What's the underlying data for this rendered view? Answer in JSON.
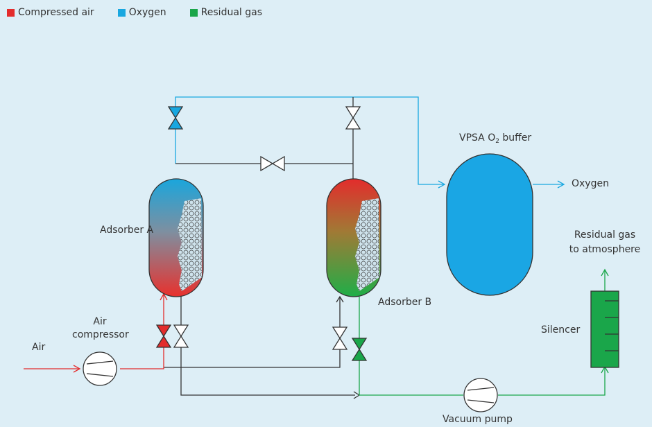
{
  "legend": [
    {
      "label": "Compressed air",
      "color": "#e32c2c"
    },
    {
      "label": "Oxygen",
      "color": "#18a7e0"
    },
    {
      "label": "Residual gas",
      "color": "#1aa64a"
    }
  ],
  "labels": {
    "adsorber_a": "Adsorber A",
    "adsorber_b": "Adsorber B",
    "buffer_prefix": "VPSA O",
    "buffer_sub": "2",
    "buffer_suffix": " buffer",
    "oxygen_out": "Oxygen",
    "residual_line1": "Residual gas",
    "residual_line2": "to atmosphere",
    "silencer": "Silencer",
    "air": "Air",
    "compressor_line1": "Air",
    "compressor_line2": "compressor",
    "vacuum_pump": "Vacuum pump"
  },
  "colors": {
    "background": "#ddeef6",
    "air": "#e32c2c",
    "oxygen": "#18a7e0",
    "residual": "#1aa64a",
    "line": "#333333"
  }
}
